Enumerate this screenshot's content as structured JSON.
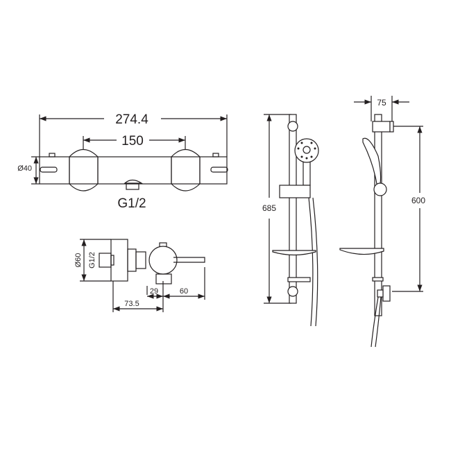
{
  "drawing": {
    "line_color": "#231f20",
    "top_view": {
      "overall_width": "274.4",
      "inlet_spacing": "150",
      "body_diameter": "Ø40",
      "outlet_thread": "G1/2"
    },
    "side_view": {
      "plate_diameter": "Ø60",
      "inlet_thread": "G1/2",
      "depth": "73.5",
      "offset": "29",
      "handle_length": "60"
    },
    "rail_front": {
      "height": "685"
    },
    "rail_side": {
      "projection": "75",
      "bracket_spacing": "600"
    }
  }
}
